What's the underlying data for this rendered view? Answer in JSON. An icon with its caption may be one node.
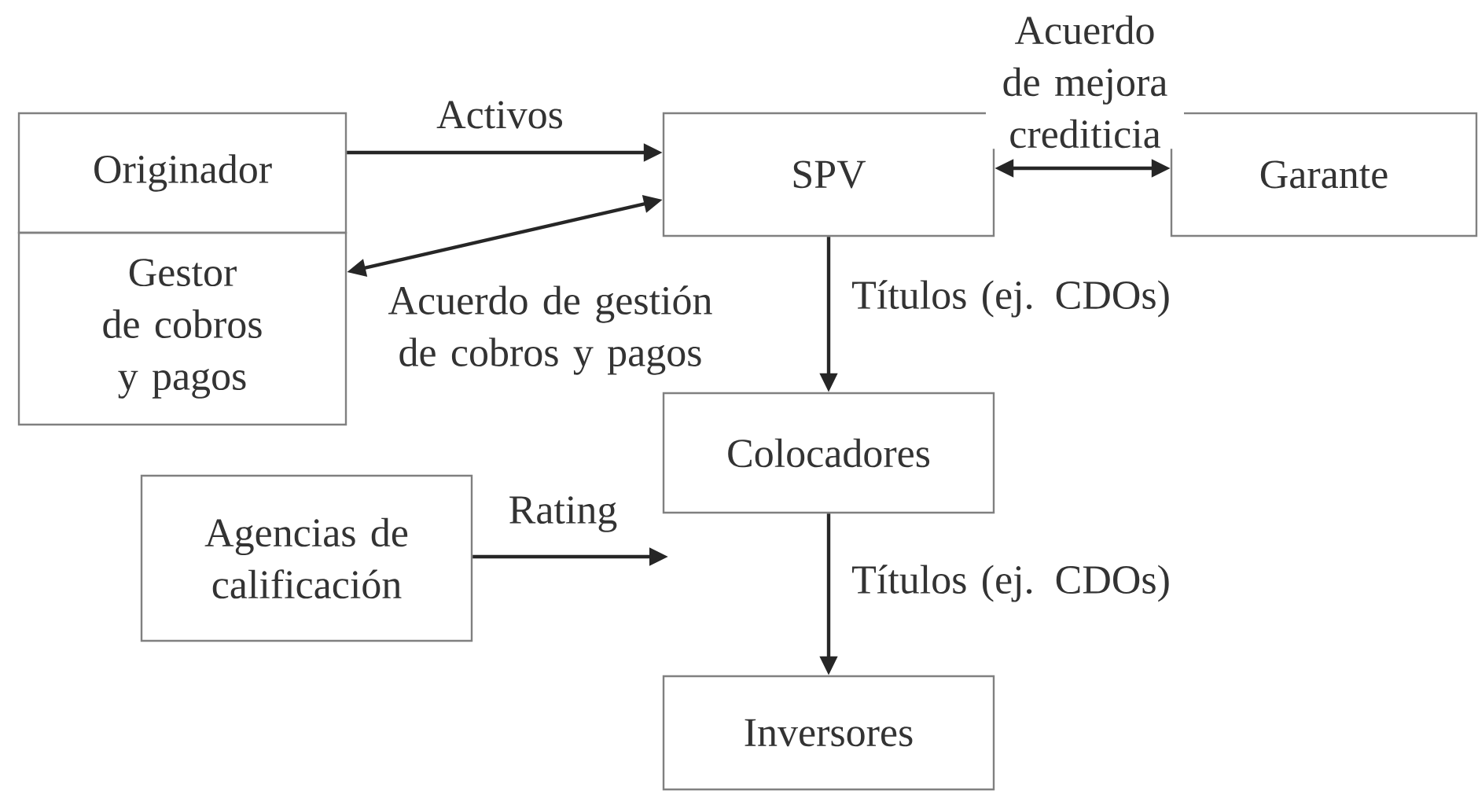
{
  "diagram": {
    "nodes": [
      {
        "text": [
          "Originador"
        ]
      },
      {
        "text": [
          "Gestor de cobros y pagos"
        ]
      },
      {
        "text": [
          "SPV"
        ]
      },
      {
        "text": [
          "Garante"
        ]
      },
      {
        "text": [
          "Colocadores"
        ]
      },
      {
        "text": [
          "Agencias de calificación"
        ]
      },
      {
        "text": [
          "Inversores"
        ]
      }
    ],
    "edges": [
      {
        "from": 0,
        "to": 2,
        "arrow": "to",
        "label": "Activos"
      },
      {
        "from": 1,
        "to": 2,
        "arrow": "both",
        "label": "Acuerdo de gestión de cobros y pagos"
      },
      {
        "from": 2,
        "to": 3,
        "arrow": "both",
        "label": "Acuerdo de mejora crediticia"
      },
      {
        "from": 2,
        "to": 4,
        "arrow": "to",
        "label": "Títulos (ej. CDOs)"
      },
      {
        "from": 4,
        "to": 6,
        "arrow": "to",
        "label": "Títulos (ej. CDOs)"
      },
      {
        "from": 5,
        "to": null,
        "arrow": "to",
        "label": "Rating"
      }
    ]
  }
}
